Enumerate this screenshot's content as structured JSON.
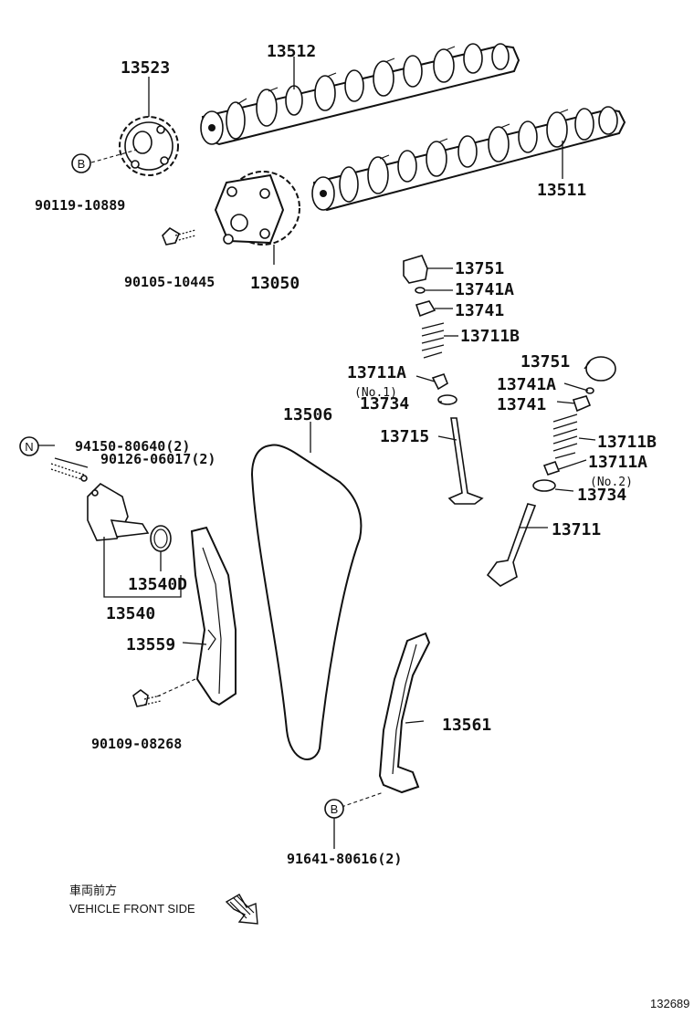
{
  "parts": {
    "p13512": "13512",
    "p13523": "13523",
    "p13511": "13511",
    "p90119": "90119-10889",
    "p90105": "90105-10445",
    "p13050": "13050",
    "p13751a": "13751",
    "p13741A_a": "13741A",
    "p13741_a": "13741",
    "p13711B_a": "13711B",
    "p13711A_a": "13711A",
    "no1": "(No.1)",
    "p13734_a": "13734",
    "p13715": "13715",
    "p13751b": "13751",
    "p13741A_b": "13741A",
    "p13741_b": "13741",
    "p13711B_b": "13711B",
    "p13711A_b": "13711A",
    "no2": "(No.2)",
    "p13734_b": "13734",
    "p13711": "13711",
    "p13506": "13506",
    "p94150": "94150-80640(2)",
    "p90126": "90126-06017(2)",
    "p13540D": "13540D",
    "p13540": "13540",
    "p13559": "13559",
    "p90109": "90109-08268",
    "p13561": "13561",
    "p91641": "91641-80616(2)"
  },
  "markers": {
    "b1": "B",
    "b2": "B",
    "n": "N"
  },
  "caption": {
    "jp": "車両前方",
    "en": "VEHICLE FRONT SIDE"
  },
  "diagram_id": "132689"
}
